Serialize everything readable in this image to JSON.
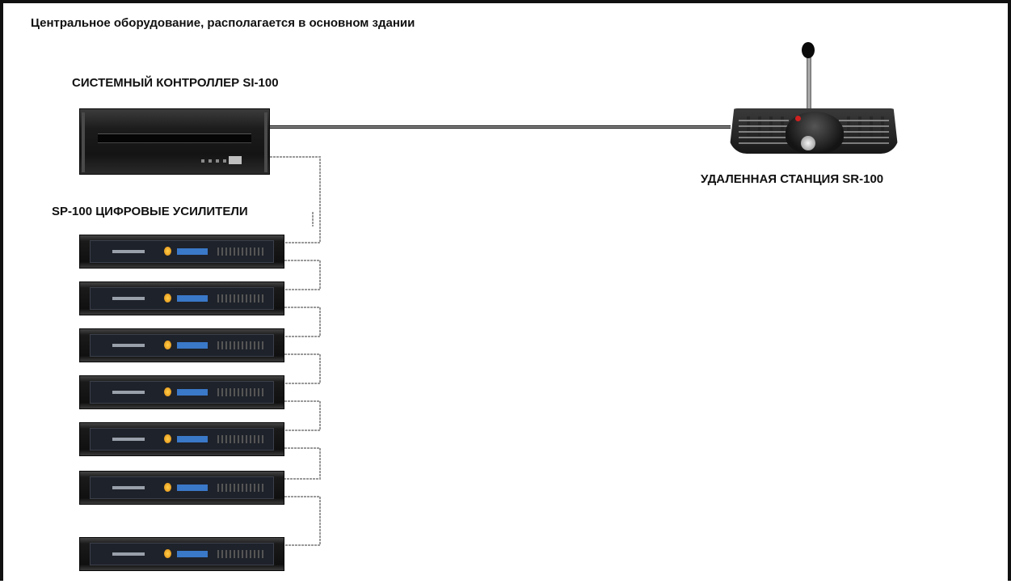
{
  "diagram": {
    "title": "Центральное оборудование, располагается в основном здании",
    "controller": {
      "label": "СИСТЕМНЫЙ КОНТРОЛЛЕР SI-100"
    },
    "amplifiers": {
      "label": "SP-100 ЦИФРОВЫЕ УСИЛИТЕЛИ",
      "count": 7
    },
    "remote_station": {
      "label": "УДАЛЕННАЯ СТАНЦИЯ SR-100"
    }
  },
  "colors": {
    "frame": "#111111",
    "wire_main": "#111111",
    "wire_chain": "#9a9a9a",
    "amp_knob": "#f0a020",
    "amp_display": "#3a78c8",
    "station_button": "#d02020"
  },
  "icons": [
    "controller-device-icon",
    "amplifier-icon",
    "remote-station-icon",
    "microphone-icon"
  ]
}
